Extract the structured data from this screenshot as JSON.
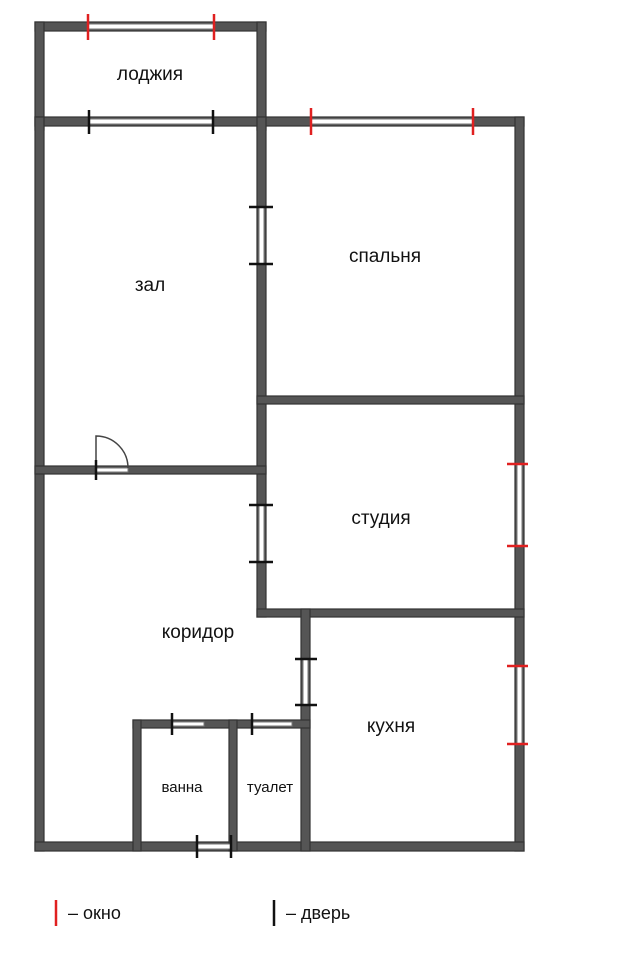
{
  "rooms": {
    "loggia": "лоджия",
    "hall": "зал",
    "bedroom": "спальня",
    "studio": "студия",
    "corridor": "коридор",
    "kitchen": "кухня",
    "bathroom": "ванна",
    "toilet": "туалет"
  },
  "legend": {
    "window": "– окно",
    "door": "– дверь"
  },
  "colors": {
    "wall": "#555555",
    "window_marker": "#e02020",
    "door_marker": "#111111"
  }
}
